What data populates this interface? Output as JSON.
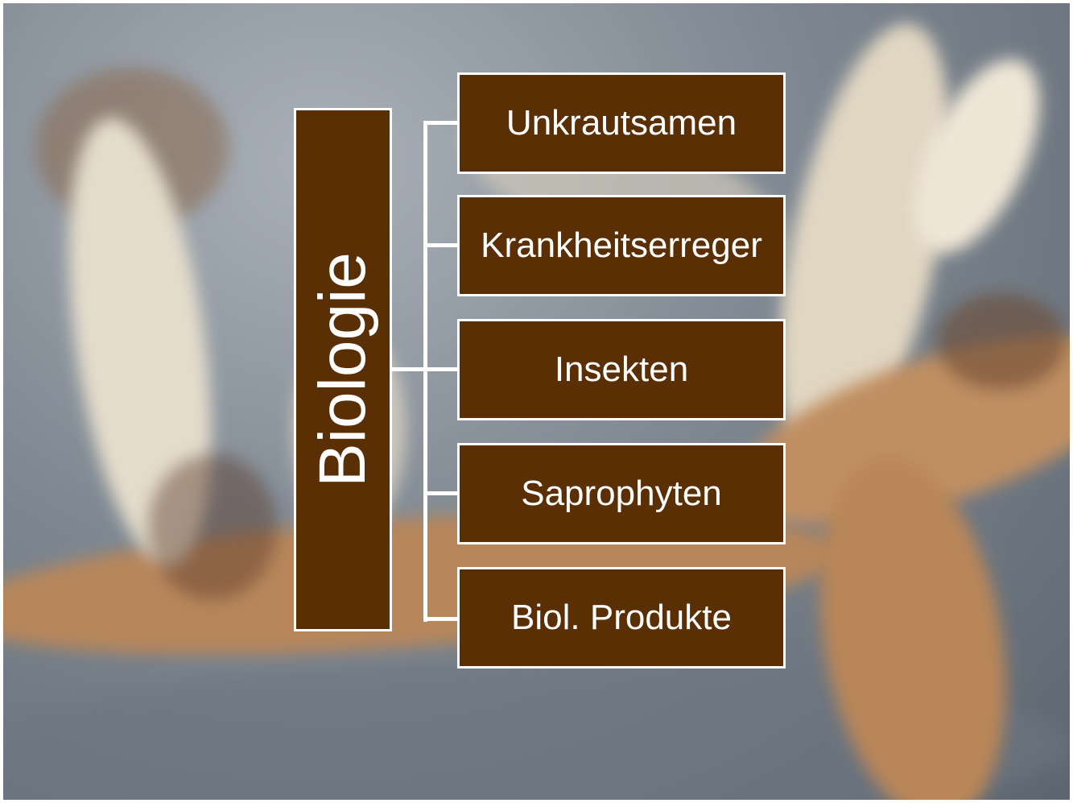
{
  "diagram": {
    "root": {
      "label": "Biologie"
    },
    "items": [
      {
        "label": "Unkrautsamen"
      },
      {
        "label": "Krankheitserreger"
      },
      {
        "label": "Insekten"
      },
      {
        "label": "Saprophyten"
      },
      {
        "label": "Biol. Produkte"
      }
    ]
  },
  "colors": {
    "box_fill": "#5a2f04",
    "box_border": "#ffffff",
    "text": "#ffffff"
  }
}
